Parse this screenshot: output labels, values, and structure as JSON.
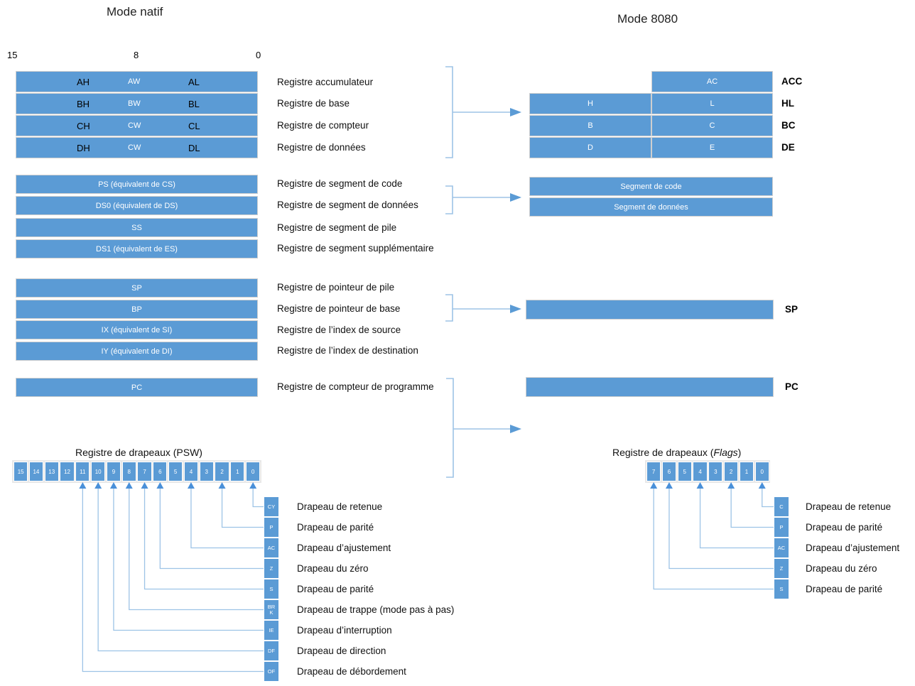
{
  "titles": {
    "native": "Mode natif",
    "mode8080": "Mode 8080"
  },
  "bit_scale": {
    "left": "15",
    "mid": "8",
    "right": "0"
  },
  "native": {
    "general_registers": [
      {
        "high": "AH",
        "word": "AW",
        "low": "AL",
        "desc": "Registre accumulateur"
      },
      {
        "high": "BH",
        "word": "BW",
        "low": "BL",
        "desc": "Registre de base"
      },
      {
        "high": "CH",
        "word": "CW",
        "low": "CL",
        "desc": "Registre de compteur"
      },
      {
        "high": "DH",
        "word": "CW",
        "low": "DL",
        "desc": "Registre de données"
      }
    ],
    "segment_registers": [
      {
        "name": "PS (équivalent de CS)",
        "desc": "Registre de segment de code"
      },
      {
        "name": "DS0 (équivalent de DS)",
        "desc": "Registre de segment de données"
      },
      {
        "name": "SS",
        "desc": "Registre de segment de pile"
      },
      {
        "name": "DS1 (équivalent de ES)",
        "desc": "Registre de segment supplémentaire"
      }
    ],
    "pointer_registers": [
      {
        "name": "SP",
        "desc": "Registre de pointeur de pile"
      },
      {
        "name": "BP",
        "desc": "Registre de pointeur de base"
      },
      {
        "name": "IX (équivalent de SI)",
        "desc": "Registre de l’index de source"
      },
      {
        "name": "IY (équivalent de DI)",
        "desc": "Registre de l’index de destination"
      }
    ],
    "program_counter": {
      "name": "PC",
      "desc": "Registre de compteur de programme"
    },
    "flags": {
      "title": "Registre de drapeaux (PSW)",
      "bits": [
        "15",
        "14",
        "13",
        "12",
        "11",
        "10",
        "9",
        "8",
        "7",
        "6",
        "5",
        "4",
        "3",
        "2",
        "1",
        "0"
      ],
      "marked_bits": [
        "11",
        "10",
        "9",
        "8",
        "7",
        "6",
        "4",
        "2",
        "0"
      ],
      "entries": [
        {
          "code": "CY",
          "label": "Drapeau de retenue"
        },
        {
          "code": "P",
          "label": "Drapeau de parité"
        },
        {
          "code": "AC",
          "label": "Drapeau d’ajustement"
        },
        {
          "code": "Z",
          "label": "Drapeau du zéro"
        },
        {
          "code": "S",
          "label": "Drapeau de parité"
        },
        {
          "code": "BR K",
          "label": "Drapeau de trappe (mode pas à pas)"
        },
        {
          "code": "IE",
          "label": "Drapeau d’interruption"
        },
        {
          "code": "DF",
          "label": "Drapeau de direction"
        },
        {
          "code": "OF",
          "label": "Drapeau de débordement"
        }
      ]
    }
  },
  "mode8080": {
    "accumulator": {
      "cell": "AC",
      "label": "ACC"
    },
    "pairs": [
      {
        "high": "H",
        "low": "L",
        "label": "HL"
      },
      {
        "high": "B",
        "low": "C",
        "label": "BC"
      },
      {
        "high": "D",
        "low": "E",
        "label": "DE"
      }
    ],
    "segments": [
      {
        "name": "Segment de code"
      },
      {
        "name": "Segment de données"
      }
    ],
    "stack_pointer": {
      "label": "SP"
    },
    "program_counter": {
      "label": "PC"
    },
    "flags": {
      "title_prefix": "Registre de drapeaux (",
      "title_italic": "Flags",
      "title_suffix": ")",
      "bits": [
        "7",
        "6",
        "5",
        "4",
        "3",
        "2",
        "1",
        "0"
      ],
      "marked_bits": [
        "7",
        "6",
        "4",
        "2",
        "0"
      ],
      "entries": [
        {
          "code": "C",
          "label": "Drapeau de retenue"
        },
        {
          "code": "P",
          "label": "Drapeau de parité"
        },
        {
          "code": "AC",
          "label": "Drapeau d’ajustement"
        },
        {
          "code": "Z",
          "label": "Drapeau du zéro"
        },
        {
          "code": "S",
          "label": "Drapeau de parité"
        }
      ]
    }
  },
  "colors": {
    "register_blue": "#5B9BD5",
    "connector_blue": "#9DC3E6",
    "arrow_blue": "#5B9BD5"
  }
}
